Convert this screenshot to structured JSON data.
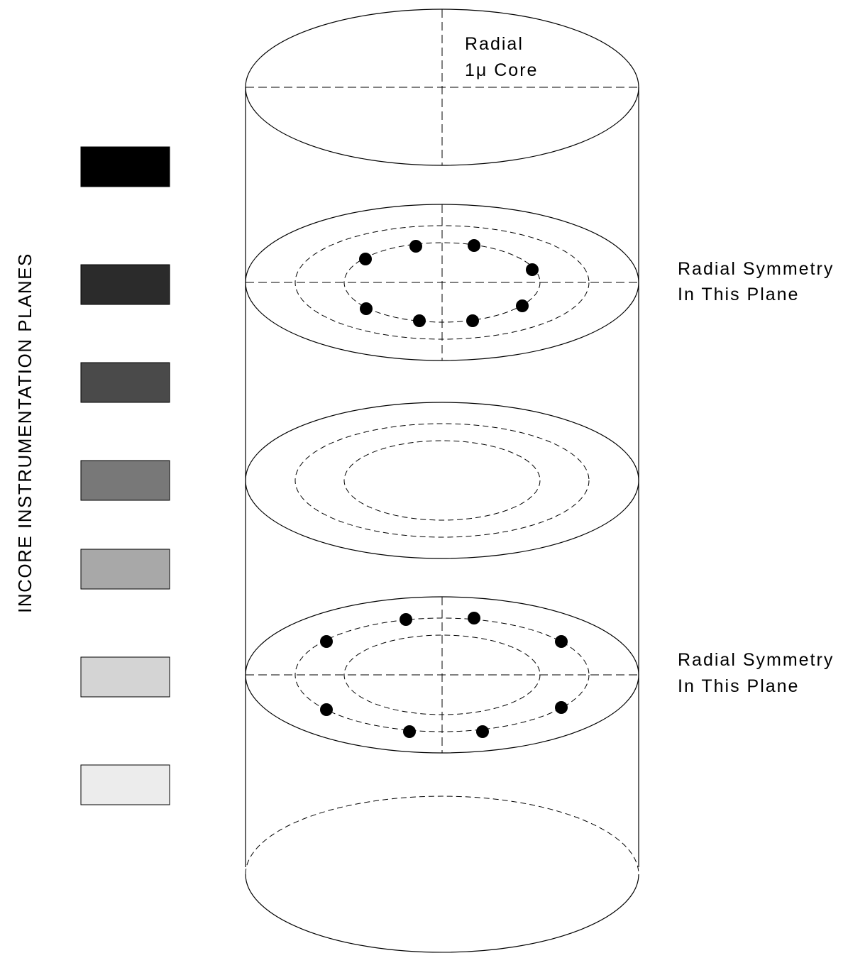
{
  "top_label": {
    "line1": "Radial",
    "line2": "1μ Core"
  },
  "side_title": "INCORE INSTRUMENTATION PLANES",
  "plane_labels": [
    {
      "line1": "Radial Symmetry",
      "line2": "In This Plane"
    },
    {
      "line1": "Radial Symmetry",
      "line2": "In This Plane"
    }
  ],
  "legend_swatches": [
    {
      "name": "swatch-black",
      "color": "#000000"
    },
    {
      "name": "swatch-very-dark",
      "color": "#2b2b2b"
    },
    {
      "name": "swatch-dark",
      "color": "#4a4a4a"
    },
    {
      "name": "swatch-medium",
      "color": "#787878"
    },
    {
      "name": "swatch-light-medium",
      "color": "#a8a8a8"
    },
    {
      "name": "swatch-light",
      "color": "#d4d4d4"
    },
    {
      "name": "swatch-very-light",
      "color": "#ececec"
    }
  ]
}
